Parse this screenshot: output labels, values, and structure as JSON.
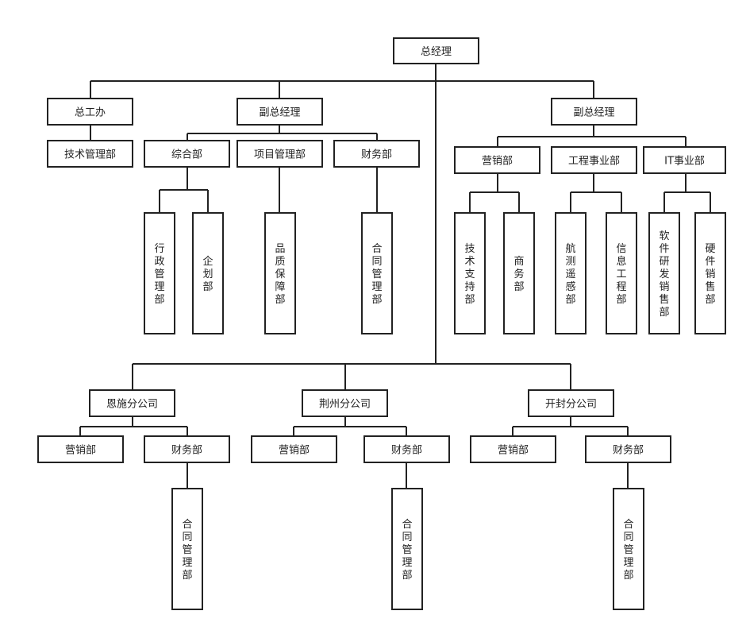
{
  "nodes": {
    "gm": "总经理",
    "zgb": "总工办",
    "jsglb": "技术管理部",
    "fz1": "副总经理",
    "zhb": "综合部",
    "xmglb": "项目管理部",
    "cwb1": "财务部",
    "xzglb": "行政管理部",
    "qhb": "企划部",
    "pzbzb": "品质保障部",
    "htglb1": "合同管理部",
    "fz2": "副总经理",
    "yxb1": "营销部",
    "gcsyb": "工程事业部",
    "itsyb": "IT事业部",
    "jszcb": "技术支持部",
    "swb": "商务部",
    "hcygb": "航测遥感部",
    "xxgcb": "信息工程部",
    "rjyfxsb": "软件研发销售部",
    "yjxsb": "硬件销售部",
    "es": "恩施分公司",
    "yxb_es": "营销部",
    "cwb_es": "财务部",
    "htgl_es": "合同管理部",
    "jz": "荆州分公司",
    "yxb_jz": "营销部",
    "cwb_jz": "财务部",
    "htgl_jz": "合同管理部",
    "kf": "开封分公司",
    "yxb_kf": "营销部",
    "cwb_kf": "财务部",
    "htgl_kf": "合同管理部"
  }
}
